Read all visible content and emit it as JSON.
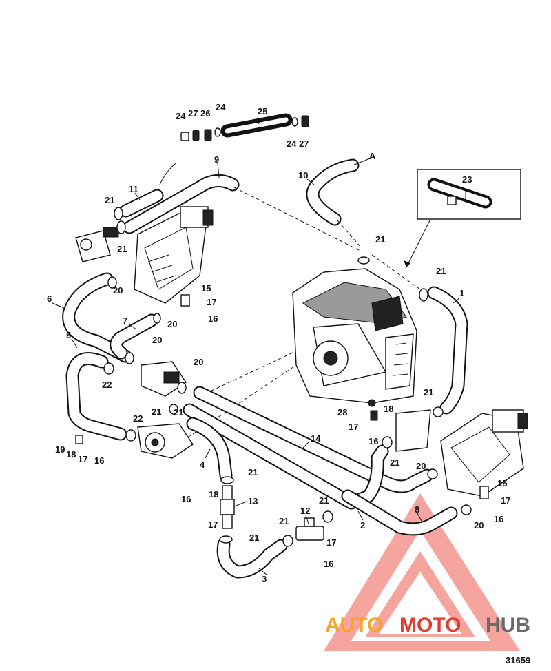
{
  "callouts": [
    {
      "id": "c1",
      "label": "1"
    },
    {
      "id": "c2",
      "label": "2"
    },
    {
      "id": "c3",
      "label": "3"
    },
    {
      "id": "c4",
      "label": "4"
    },
    {
      "id": "c5",
      "label": "5"
    },
    {
      "id": "c6",
      "label": "6"
    },
    {
      "id": "c7",
      "label": "7"
    },
    {
      "id": "c8",
      "label": "8"
    },
    {
      "id": "c9",
      "label": "9"
    },
    {
      "id": "c10",
      "label": "10"
    },
    {
      "id": "c11",
      "label": "11"
    },
    {
      "id": "c12",
      "label": "12"
    },
    {
      "id": "c13",
      "label": "13"
    },
    {
      "id": "c14",
      "label": "14"
    },
    {
      "id": "c15a",
      "label": "15"
    },
    {
      "id": "c15b",
      "label": "15"
    },
    {
      "id": "c16a",
      "label": "16"
    },
    {
      "id": "c16b",
      "label": "16"
    },
    {
      "id": "c16c",
      "label": "16"
    },
    {
      "id": "c16d",
      "label": "16"
    },
    {
      "id": "c16e",
      "label": "16"
    },
    {
      "id": "c16f",
      "label": "16"
    },
    {
      "id": "c17a",
      "label": "17"
    },
    {
      "id": "c17b",
      "label": "17"
    },
    {
      "id": "c17c",
      "label": "17"
    },
    {
      "id": "c17d",
      "label": "17"
    },
    {
      "id": "c17e",
      "label": "17"
    },
    {
      "id": "c17f",
      "label": "17"
    },
    {
      "id": "c18a",
      "label": "18"
    },
    {
      "id": "c18b",
      "label": "18"
    },
    {
      "id": "c18c",
      "label": "18"
    },
    {
      "id": "c19",
      "label": "19"
    },
    {
      "id": "c20a",
      "label": "20"
    },
    {
      "id": "c20b",
      "label": "20"
    },
    {
      "id": "c20c",
      "label": "20"
    },
    {
      "id": "c20d",
      "label": "20"
    },
    {
      "id": "c20e",
      "label": "20"
    },
    {
      "id": "c20f",
      "label": "20"
    },
    {
      "id": "c21a",
      "label": "21"
    },
    {
      "id": "c21b",
      "label": "21"
    },
    {
      "id": "c21c",
      "label": "21"
    },
    {
      "id": "c21d",
      "label": "21"
    },
    {
      "id": "c21e",
      "label": "21"
    },
    {
      "id": "c21f",
      "label": "21"
    },
    {
      "id": "c21g",
      "label": "21"
    },
    {
      "id": "c21h",
      "label": "21"
    },
    {
      "id": "c21i",
      "label": "21"
    },
    {
      "id": "c21j",
      "label": "21"
    },
    {
      "id": "c21k",
      "label": "21"
    },
    {
      "id": "c21l",
      "label": "21"
    },
    {
      "id": "c22a",
      "label": "22"
    },
    {
      "id": "c22b",
      "label": "22"
    },
    {
      "id": "c23",
      "label": "23"
    },
    {
      "id": "c24a",
      "label": "24"
    },
    {
      "id": "c24b",
      "label": "24"
    },
    {
      "id": "c24c",
      "label": "24"
    },
    {
      "id": "c25",
      "label": "25"
    },
    {
      "id": "c26",
      "label": "26"
    },
    {
      "id": "c27a",
      "label": "27"
    },
    {
      "id": "c27b",
      "label": "27"
    },
    {
      "id": "c28",
      "label": "28"
    }
  ],
  "ref_letter": "A",
  "figure_number": "31659",
  "watermark": {
    "part1": "AUTO",
    "part2": "MOTO",
    "part3": "HUB",
    "color_orange": "#f6a623",
    "color_red": "#e63a2e",
    "color_grey": "#6b6b6b"
  }
}
